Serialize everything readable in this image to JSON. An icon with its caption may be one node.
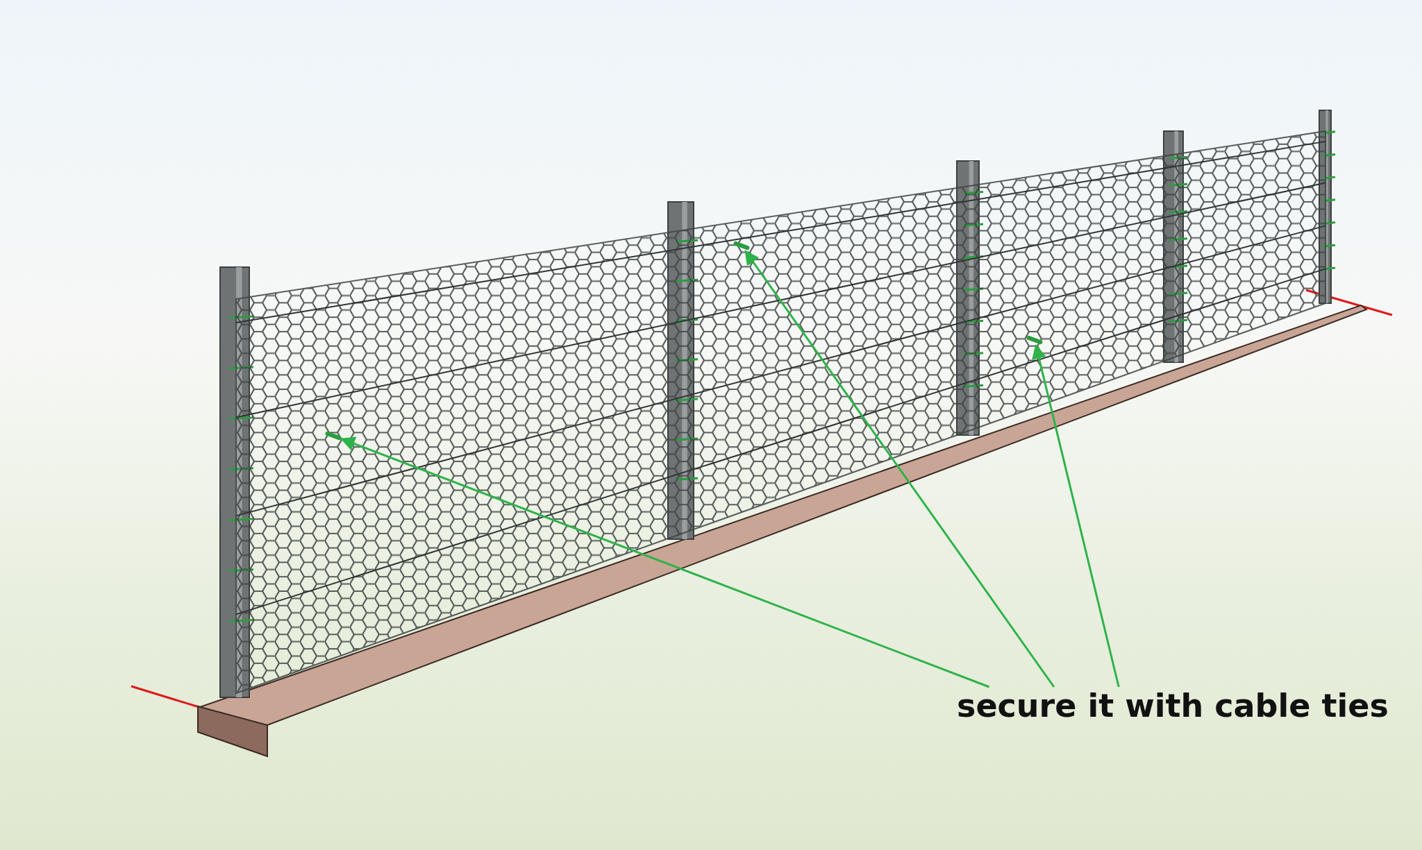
{
  "diagram": {
    "nodes": [
      {
        "text": [
          "secure it with cable ties"
        ]
      },
      {
        "text": [],
        "shape": "box"
      },
      {
        "text": [],
        "shape": "box"
      },
      {
        "text": [],
        "shape": "box"
      }
    ],
    "edges": [
      {
        "from": 0,
        "to": 1,
        "arrow": "to"
      },
      {
        "from": 0,
        "to": 2,
        "arrow": "to"
      },
      {
        "from": 0,
        "to": 3,
        "arrow": "to"
      }
    ]
  }
}
